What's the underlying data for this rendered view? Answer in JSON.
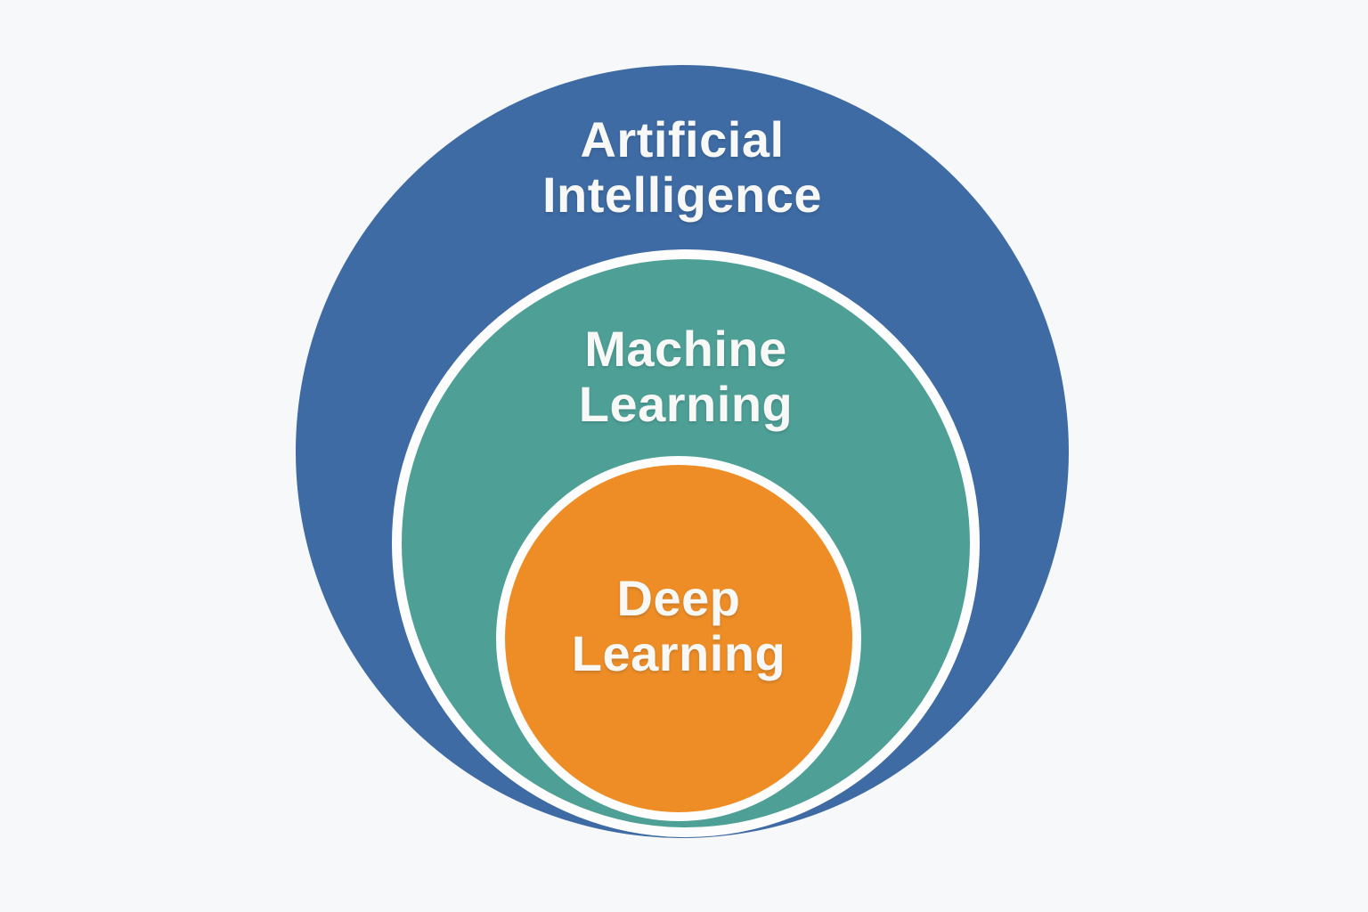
{
  "diagram": {
    "type": "nested-circles",
    "background_color": "#F7F8FA",
    "stroke_color": "#FDFDFD",
    "label_text_color": "#F8F8F6",
    "rings": [
      {
        "id": "artificial-intelligence",
        "label_line1": "Artificial",
        "label_line2": "Intelligence",
        "fill_color": "#3E6BA3",
        "level": "outer"
      },
      {
        "id": "machine-learning",
        "label_line1": "Machine",
        "label_line2": "Learning",
        "fill_color": "#4EA096",
        "level": "middle"
      },
      {
        "id": "deep-learning",
        "label_line1": "Deep",
        "label_line2": "Learning",
        "fill_color": "#EE8D26",
        "level": "inner"
      }
    ]
  }
}
